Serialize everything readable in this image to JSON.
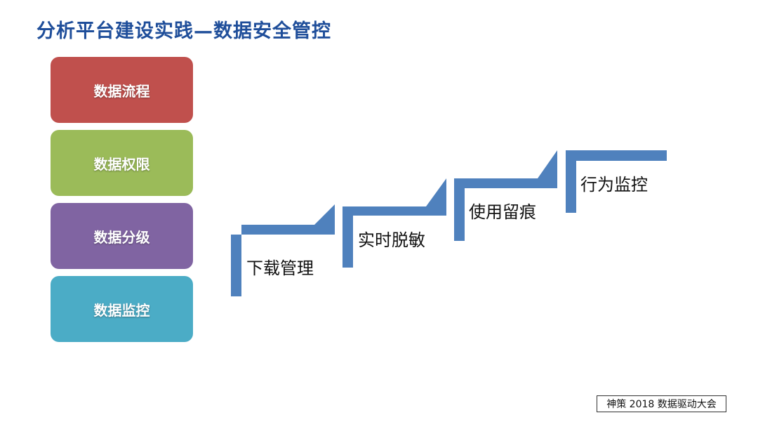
{
  "title": "分析平台建设实践—数据安全管控",
  "categories": [
    {
      "label": "数据流程",
      "color": "#c0504d"
    },
    {
      "label": "数据权限",
      "color": "#9bbb59"
    },
    {
      "label": "数据分级",
      "color": "#8064a2"
    },
    {
      "label": "数据监控",
      "color": "#4bacc6"
    }
  ],
  "steps": [
    {
      "label": "下载管理"
    },
    {
      "label": "实时脱敏"
    },
    {
      "label": "使用留痕"
    },
    {
      "label": "行为监控"
    }
  ],
  "stair_color": "#4f81bd",
  "footer": "神策 2018 数据驱动大会"
}
